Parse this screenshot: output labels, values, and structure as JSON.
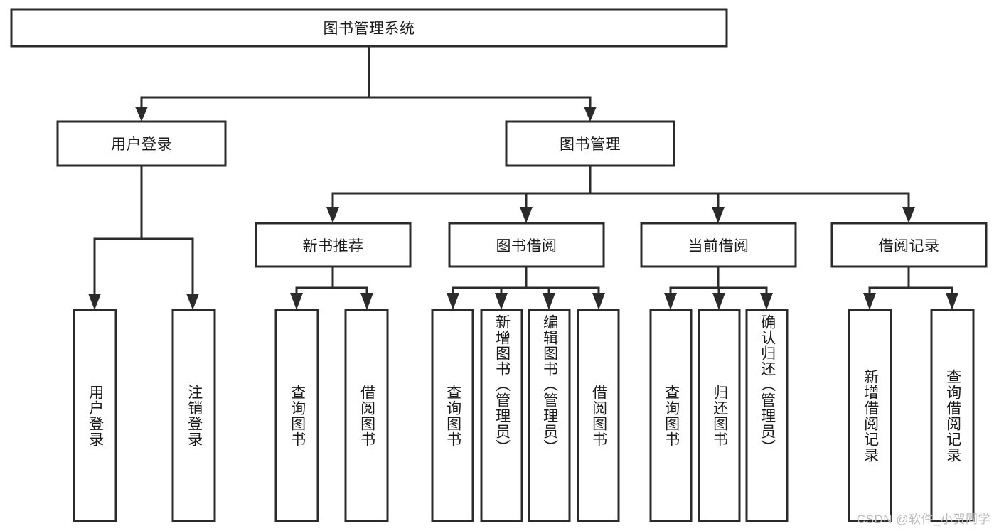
{
  "diagram": {
    "type": "tree-hierarchy",
    "title": "图书管理系统",
    "colors": {
      "stroke": "#2b2b2b",
      "box_fill": "#ffffff",
      "text": "#1b1b1b",
      "background": "#ffffff",
      "watermark": "#b9b9b9"
    },
    "levels": [
      {
        "level": 1,
        "nodes": [
          {
            "id": "root",
            "label": "图书管理系统",
            "orientation": "horizontal"
          }
        ]
      },
      {
        "level": 2,
        "nodes": [
          {
            "id": "login",
            "label": "用户登录",
            "orientation": "horizontal",
            "parent": "root"
          },
          {
            "id": "bookmgmt",
            "label": "图书管理",
            "orientation": "horizontal",
            "parent": "root"
          }
        ]
      },
      {
        "level": 3,
        "nodes": [
          {
            "id": "newbook",
            "label": "新书推荐",
            "orientation": "horizontal",
            "parent": "bookmgmt"
          },
          {
            "id": "borrow",
            "label": "图书借阅",
            "orientation": "horizontal",
            "parent": "bookmgmt"
          },
          {
            "id": "current",
            "label": "当前借阅",
            "orientation": "horizontal",
            "parent": "bookmgmt"
          },
          {
            "id": "records",
            "label": "借阅记录",
            "orientation": "horizontal",
            "parent": "bookmgmt"
          }
        ]
      },
      {
        "level": 4,
        "nodes": [
          {
            "id": "leaf-1",
            "label": "用户登录",
            "orientation": "vertical",
            "parent": "login"
          },
          {
            "id": "leaf-2",
            "label": "注销登录",
            "orientation": "vertical",
            "parent": "login"
          },
          {
            "id": "leaf-3",
            "label": "查询图书",
            "orientation": "vertical",
            "parent": "newbook"
          },
          {
            "id": "leaf-4",
            "label": "借阅图书",
            "orientation": "vertical",
            "parent": "newbook"
          },
          {
            "id": "leaf-5",
            "label": "查询图书",
            "orientation": "vertical",
            "parent": "borrow"
          },
          {
            "id": "leaf-6",
            "label": "新增图书（管理员）",
            "orientation": "vertical",
            "parent": "borrow"
          },
          {
            "id": "leaf-7",
            "label": "编辑图书（管理员）",
            "orientation": "vertical",
            "parent": "borrow"
          },
          {
            "id": "leaf-8",
            "label": "借阅图书",
            "orientation": "vertical",
            "parent": "borrow"
          },
          {
            "id": "leaf-9",
            "label": "查询图书",
            "orientation": "vertical",
            "parent": "current"
          },
          {
            "id": "leaf-10",
            "label": "归还图书",
            "orientation": "vertical",
            "parent": "current"
          },
          {
            "id": "leaf-11",
            "label": "确认归还（管理员）",
            "orientation": "vertical",
            "parent": "current"
          },
          {
            "id": "leaf-12",
            "label": "新增借阅记录",
            "orientation": "vertical",
            "parent": "records"
          },
          {
            "id": "leaf-13",
            "label": "查询借阅记录",
            "orientation": "vertical",
            "parent": "records"
          }
        ]
      }
    ]
  },
  "watermark": {
    "text": "CSDN @软件_小贺同学"
  }
}
